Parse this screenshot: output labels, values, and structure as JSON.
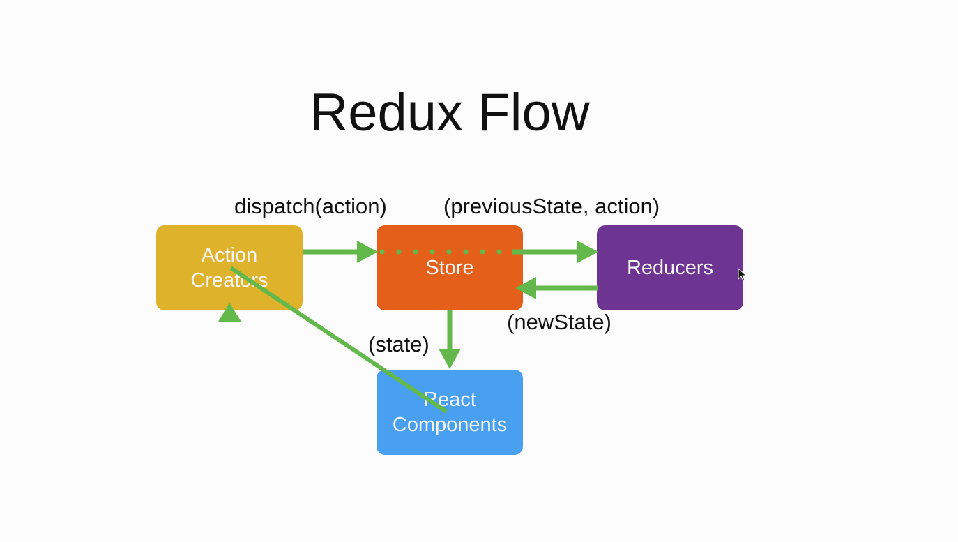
{
  "title": "Redux Flow",
  "nodes": {
    "action_creators": {
      "line1": "Action",
      "line2": "Creators",
      "color": "#dfb22c"
    },
    "store": {
      "label": "Store",
      "color": "#e45f1a"
    },
    "reducers": {
      "label": "Reducers",
      "color": "#6d3591"
    },
    "react_components": {
      "line1": "React",
      "line2": "Components",
      "color": "#4aa0f0"
    }
  },
  "edge_labels": {
    "dispatch": "dispatch(action)",
    "reducer_args": "(previousState, action)",
    "new_state": "(newState)",
    "state": "(state)"
  },
  "arrow_color": "#62b84a"
}
